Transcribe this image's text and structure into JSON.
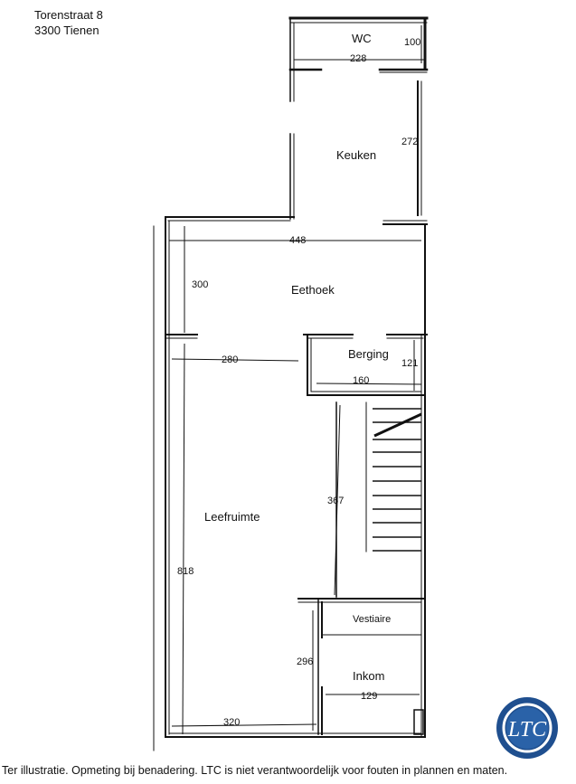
{
  "address": {
    "street": "Torenstraat 8",
    "city": "3300 Tienen"
  },
  "rooms": {
    "wc": "WC",
    "keuken": "Keuken",
    "eethoek": "Eethoek",
    "berging": "Berging",
    "leefruimte": "Leefruimte",
    "vestiaire": "Vestiaire",
    "inkom": "Inkom"
  },
  "dimensions": {
    "wc_depth": "100",
    "wc_width": "228",
    "keuken_depth": "272",
    "eethoek_width": "448",
    "eethoek_depth": "300",
    "leef_width_top": "280",
    "berging_width": "160",
    "berging_depth": "121",
    "stair_length": "367",
    "leef_depth": "818",
    "inkom_depth": "296",
    "inkom_width": "129",
    "leef_width_bottom": "320"
  },
  "footer": {
    "disclaimer": "Ter illustratie. Opmeting bij benadering. LTC is niet verantwoordelijk voor fouten in plannen en maten."
  },
  "logo": {
    "text": "LTC",
    "colors": {
      "outer": "#1f4f8f",
      "ring": "#ffffff",
      "inner": "#2a62a8"
    }
  }
}
